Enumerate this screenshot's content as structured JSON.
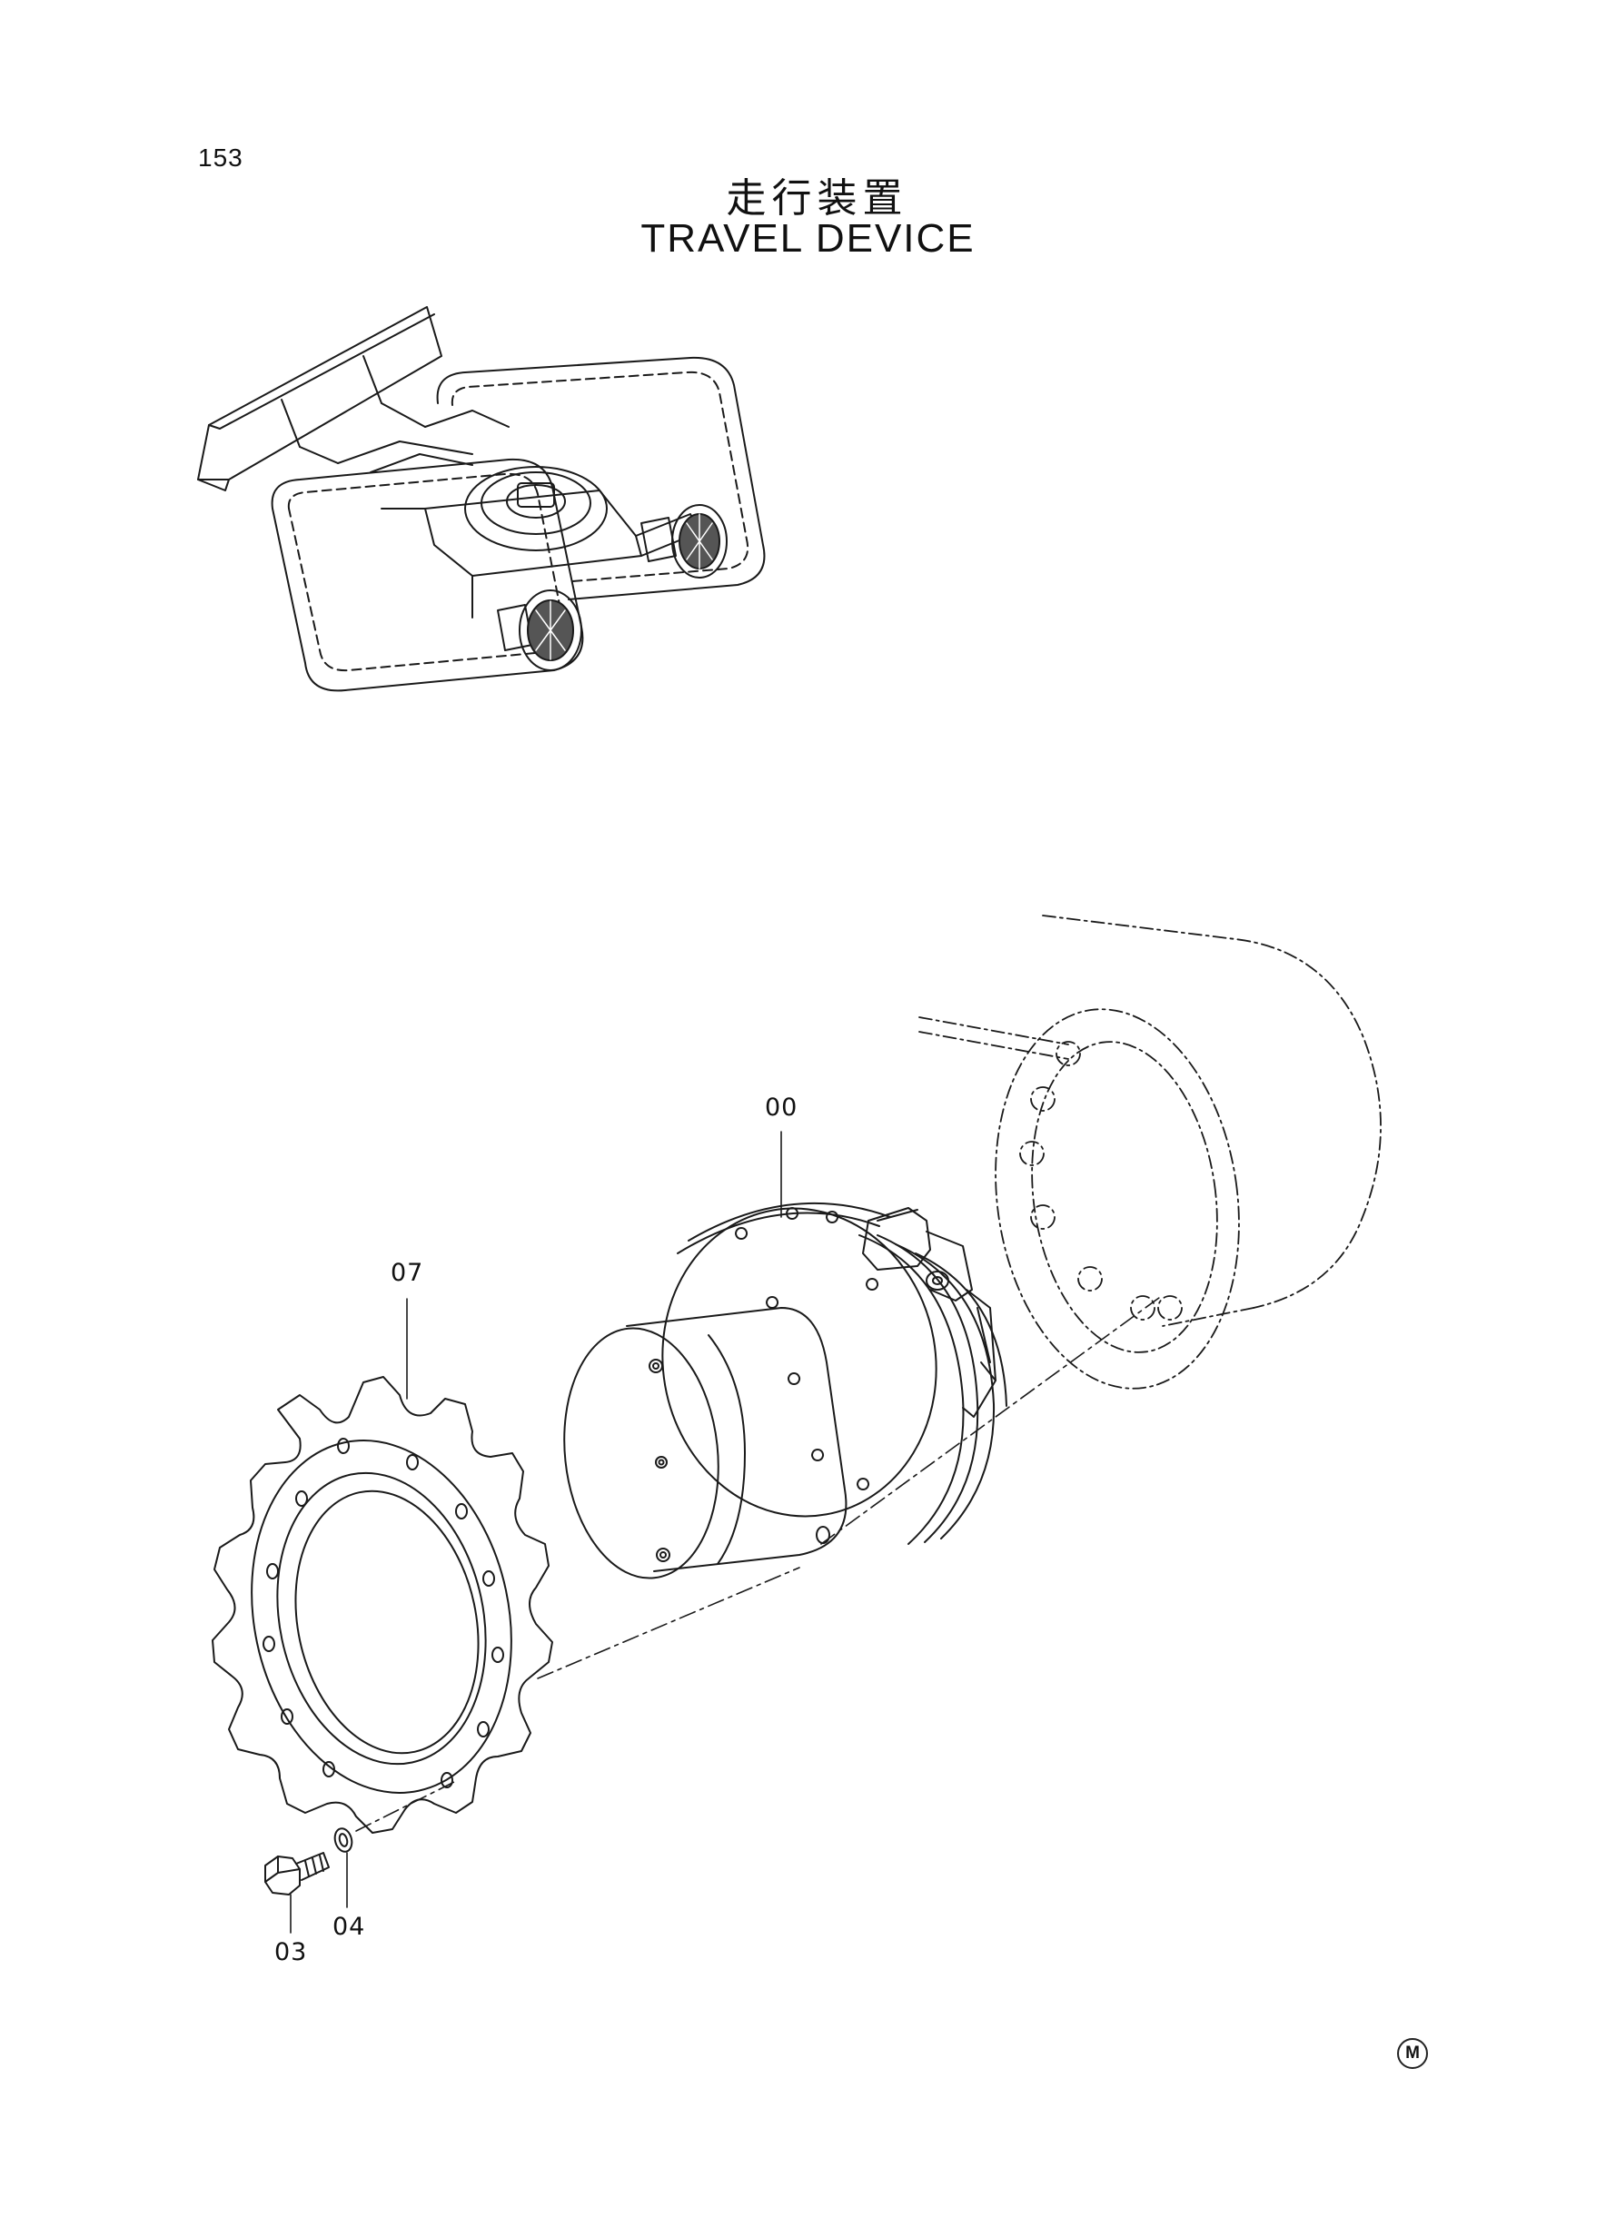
{
  "page": {
    "number": "153"
  },
  "title": {
    "japanese": "走行装置",
    "english": "TRAVEL DEVICE"
  },
  "callouts": [
    {
      "id": "00",
      "text": "00"
    },
    {
      "id": "07",
      "text": "07"
    },
    {
      "id": "03",
      "text": "03"
    },
    {
      "id": "04",
      "text": "04"
    }
  ],
  "corner_mark": "M",
  "colors": {
    "line": "#1a1a1a",
    "background": "#ffffff"
  }
}
